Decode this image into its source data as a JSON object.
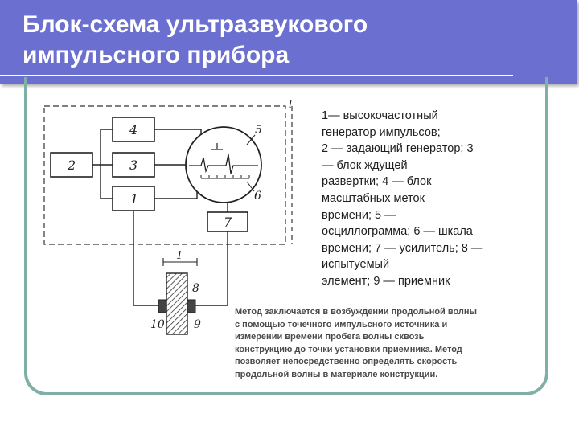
{
  "slide": {
    "title_lines": [
      "Блок-схема ультразвукового",
      "импульсного прибора"
    ],
    "header_color": "#6b6fcf",
    "frame_color": "#7fb0a6"
  },
  "diagram": {
    "block_labels": [
      "4",
      "2",
      "3",
      "1",
      "7"
    ],
    "callouts": [
      "5",
      "6",
      "8",
      "9",
      "10",
      "l",
      "1"
    ]
  },
  "legend_lines": [
    "1— высокочастотный",
    "генератор импульсов;",
    "2 — задающий генератор; 3",
    "— блок ждущей",
    "развертки; 4 — блок",
    "масштабных меток",
    "времени; 5 —",
    "осциллограмма; 6 — шкала",
    "времени; 7 — усилитель; 8 —",
    "испытуемый",
    "элемент; 9 — приемник"
  ],
  "description_lines": [
    "Метод заключается в возбуждении продольной волны",
    "с помощью точечного импульсного источника и",
    "измерении времени пробега волны сквозь",
    "конструкцию до точки установки приемника. Метод",
    "позволяет непосредственно определять скорость",
    "продольной волны в материале конструкции."
  ]
}
